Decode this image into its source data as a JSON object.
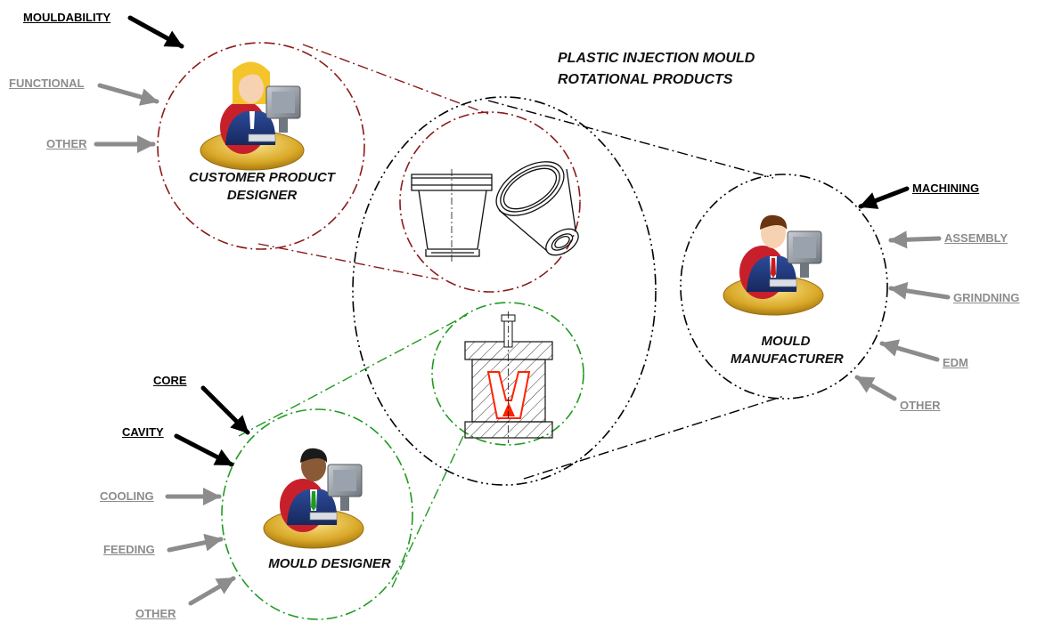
{
  "title": {
    "line1": "PLASTIC INJECTION MOULD",
    "line2": "ROTATIONAL PRODUCTS"
  },
  "roles": {
    "customer": {
      "line1": "CUSTOMER PRODUCT",
      "line2": "DESIGNER"
    },
    "manufacturer": {
      "line1": "MOULD",
      "line2": "MANUFACTURER"
    },
    "designer": {
      "line1": "MOULD DESIGNER"
    }
  },
  "customer_inputs": {
    "mouldability": "MOULDABILITY",
    "functional": "FUNCTIONAL",
    "other": "OTHER"
  },
  "manufacturer_inputs": {
    "machining": "MACHINING",
    "assembly": "ASSEMBLY",
    "grinding": "GRINDNING",
    "edm": "EDM",
    "other": "OTHER"
  },
  "designer_inputs": {
    "core": "CORE",
    "cavity": "CAVITY",
    "cooling": "COOLING",
    "feeding": "FEEDING",
    "other": "OTHER"
  },
  "colors": {
    "customer_circle": "#8b1a1a",
    "designer_circle": "#1f9a1f",
    "manufacturer_circle": "#000000",
    "primary_arrow": "#000000",
    "secondary_arrow": "#8c8c8c",
    "cavity_outline": "#ff2200"
  },
  "icons": {
    "customer": "woman-at-computer-icon",
    "manufacturer": "man-at-computer-icon",
    "designer": "man-at-computer-icon",
    "product": "cup-product-drawing",
    "mould": "mould-section-drawing"
  }
}
